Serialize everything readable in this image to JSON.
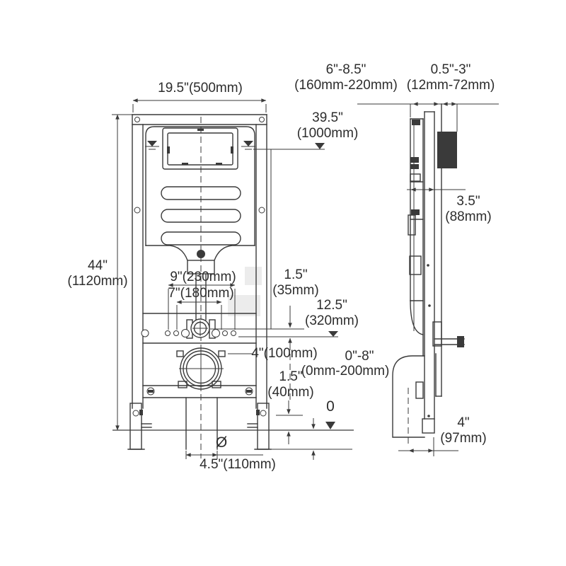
{
  "title": "Wall-mounted toilet concealed tank carrier frame installation dimension diagram",
  "colors": {
    "line": "#3a3a3a",
    "text": "#2d2d2d",
    "dark_fill": "#3a3a3a",
    "background": "#ffffff"
  },
  "labels": {
    "frame_width": "19.5\"(500mm)",
    "depth_range_in": "6\"-8.5\"",
    "depth_range_mm": "(160mm-220mm)",
    "wall_range_in": "0.5\"-3\"",
    "wall_range_mm": "(12mm-72mm)",
    "actuator_height_in": "39.5\"",
    "actuator_height_mm": "(1000mm)",
    "frame_height_in": "44\"",
    "frame_height_mm": "(1120mm)",
    "side_depth_in": "3.5\"",
    "side_depth_mm": "(88mm)",
    "bolt_spacing_outer": "9\"(230mm)",
    "bolt_spacing_inner": "7\"(180mm)",
    "gap_in": "1.5\"",
    "gap_mm": "(35mm)",
    "flush_height_in": "12.5\"",
    "flush_height_mm": "(320mm)",
    "drain_diameter": "4\"(100mm)",
    "leg_range_in": "0\"-8\"",
    "leg_range_mm": "(0mm-200mm)",
    "foot_in": "1.5\"",
    "foot_mm": "(40mm)",
    "datum_zero": "0",
    "drain_pipe_diameter": "4.5\"(110mm)",
    "side_offset_in": "4\"",
    "side_offset_mm": "(97mm)",
    "diameter_symbol": "Ø"
  }
}
